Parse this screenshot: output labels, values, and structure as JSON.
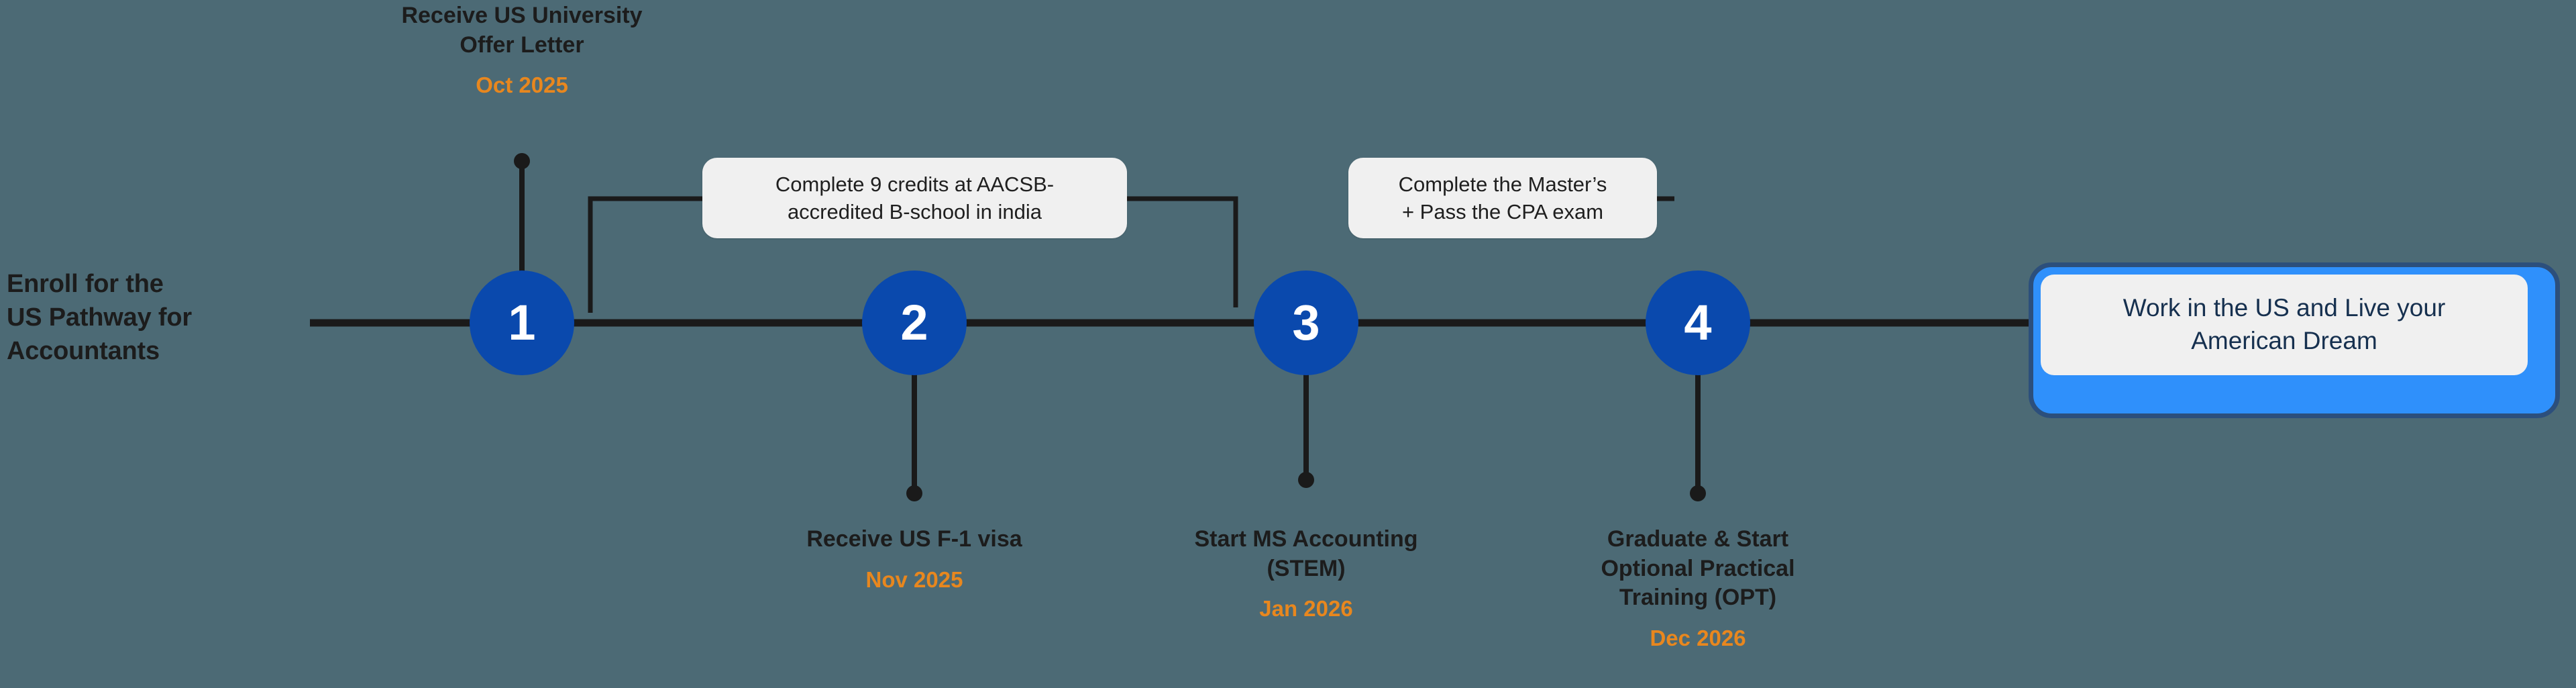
{
  "colors": {
    "background": "#4c6a75",
    "node_blue": "#0a49ad",
    "accent_orange": "#e8871e",
    "callout_bg": "#f0f0f0",
    "outcome_fill": "#2f90fb",
    "outcome_border": "#2c4f7c",
    "outcome_text": "#16304f",
    "line": "#1a1a1a",
    "text_dark": "#1c1c1c"
  },
  "intro": {
    "line1": "Enroll for the",
    "line2": "US Pathway for",
    "line3": "Accountants"
  },
  "steps": [
    {
      "number": "1"
    },
    {
      "number": "2"
    },
    {
      "number": "3"
    },
    {
      "number": "4"
    }
  ],
  "milestones": [
    {
      "id": "offer-letter",
      "title": "Receive US University\nOffer Letter",
      "date": "Oct 2025",
      "position": "above",
      "step": "1"
    },
    {
      "id": "f1-visa",
      "title": "Receive US F-1 visa",
      "date": "Nov 2025",
      "position": "below",
      "step": "2"
    },
    {
      "id": "ms-accounting",
      "title": "Start MS Accounting\n(STEM)",
      "date": "Jan 2026",
      "position": "below",
      "step": "3"
    },
    {
      "id": "opt",
      "title": "Graduate & Start\nOptional Practical\nTraining (OPT)",
      "date": "Dec 2026",
      "position": "below",
      "step": "4"
    }
  ],
  "callouts": [
    {
      "id": "aacsb-credits",
      "text": "Complete 9 credits at AACSB-\naccredited B-school in india"
    },
    {
      "id": "masters-cpa",
      "text": "Complete the Master’s\n+ Pass the CPA exam"
    }
  ],
  "outcome": {
    "text": "Work in the US and Live your\nAmerican Dream"
  }
}
